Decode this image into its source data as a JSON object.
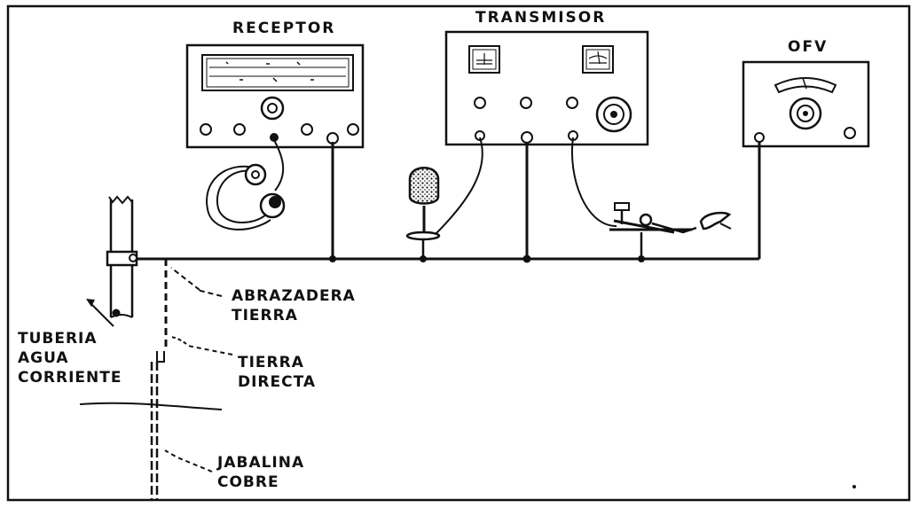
{
  "colors": {
    "ink": "#111111",
    "paper": "#ffffff"
  },
  "equipment": {
    "receptor": "RECEPTOR",
    "transmisor": "TRANSMISOR",
    "ofv": "OFV"
  },
  "labels": {
    "abrazadera_line1": "ABRAZADERA",
    "abrazadera_line2": "TIERRA",
    "tuberia_line1": "TUBERIA",
    "tuberia_line2": "AGUA",
    "tuberia_line3": "CORRIENTE",
    "tierra_directa_line1": "TIERRA",
    "tierra_directa_line2": "DIRECTA",
    "jabalina_line1": "JABALINA",
    "jabalina_line2": "COBRE"
  },
  "icons": [
    "receiver-radio-icon",
    "transmitter-icon",
    "vfo-oscillator-icon",
    "headphones-icon",
    "microphone-icon",
    "telegraph-key-icon",
    "water-pipe-icon",
    "ground-rod-icon"
  ]
}
